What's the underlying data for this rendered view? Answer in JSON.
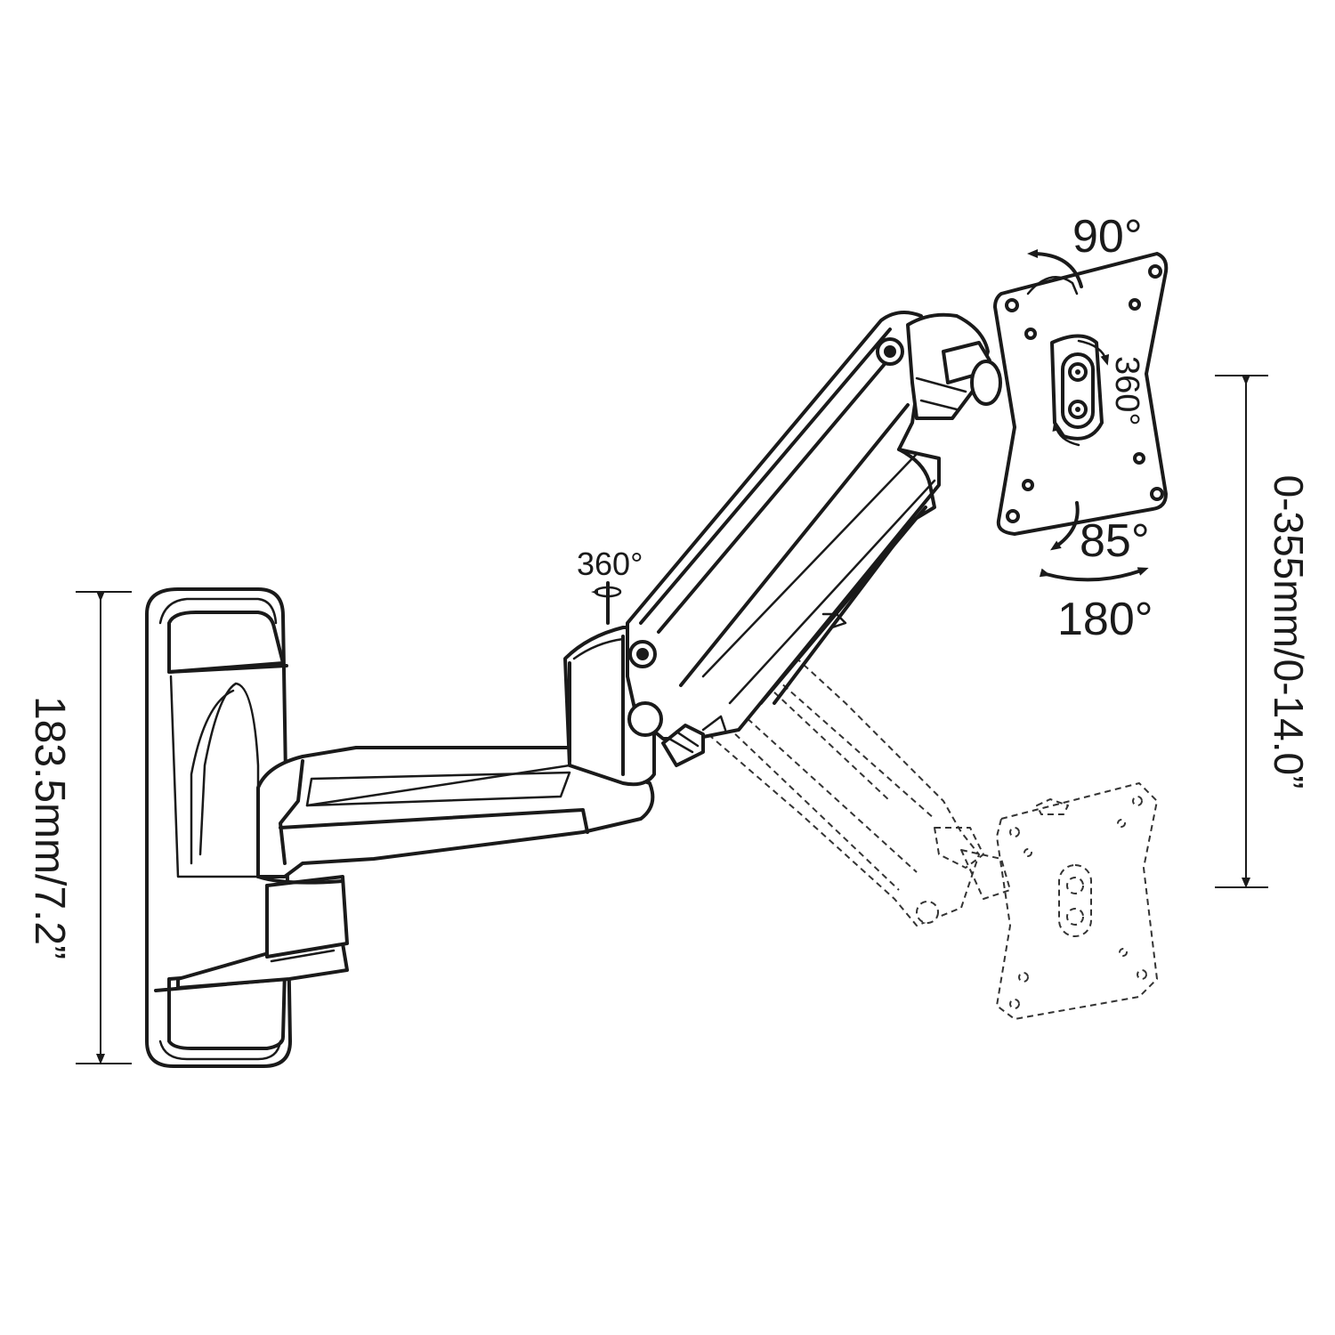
{
  "labels": {
    "tilt_top": "90°",
    "plate_rotation": "360°",
    "tilt_bottom": "85°",
    "swivel": "180°",
    "joint_rotation": "360°",
    "left_dimension": "183.5mm/7.2”",
    "right_dimension": "0-355mm/0-14.0”"
  },
  "colors": {
    "line": "#1a1a1a",
    "background": "#ffffff"
  }
}
